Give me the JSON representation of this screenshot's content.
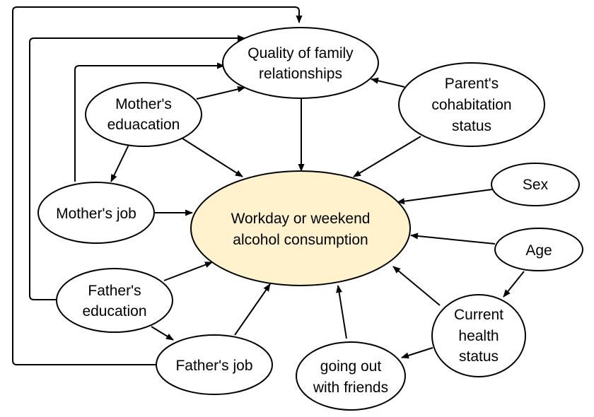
{
  "colors": {
    "center_fill": "#fff2cc",
    "node_fill": "#ffffff",
    "stroke": "#000000"
  },
  "nodes": {
    "center": [
      "Workday or weekend",
      "alcohol consumption"
    ],
    "quality": [
      "Quality of family",
      "relationships"
    ],
    "parents_cohab": [
      "Parent's",
      "cohabitation",
      "status"
    ],
    "mother_edu": [
      "Mother's",
      "eduacation"
    ],
    "mother_job": [
      "Mother's job"
    ],
    "sex": [
      "Sex"
    ],
    "age": [
      "Age"
    ],
    "father_edu": [
      "Father's",
      "education"
    ],
    "father_job": [
      "Father's job"
    ],
    "health": [
      "Current",
      "health",
      "status"
    ],
    "going_out": [
      "going out",
      "with friends"
    ]
  }
}
